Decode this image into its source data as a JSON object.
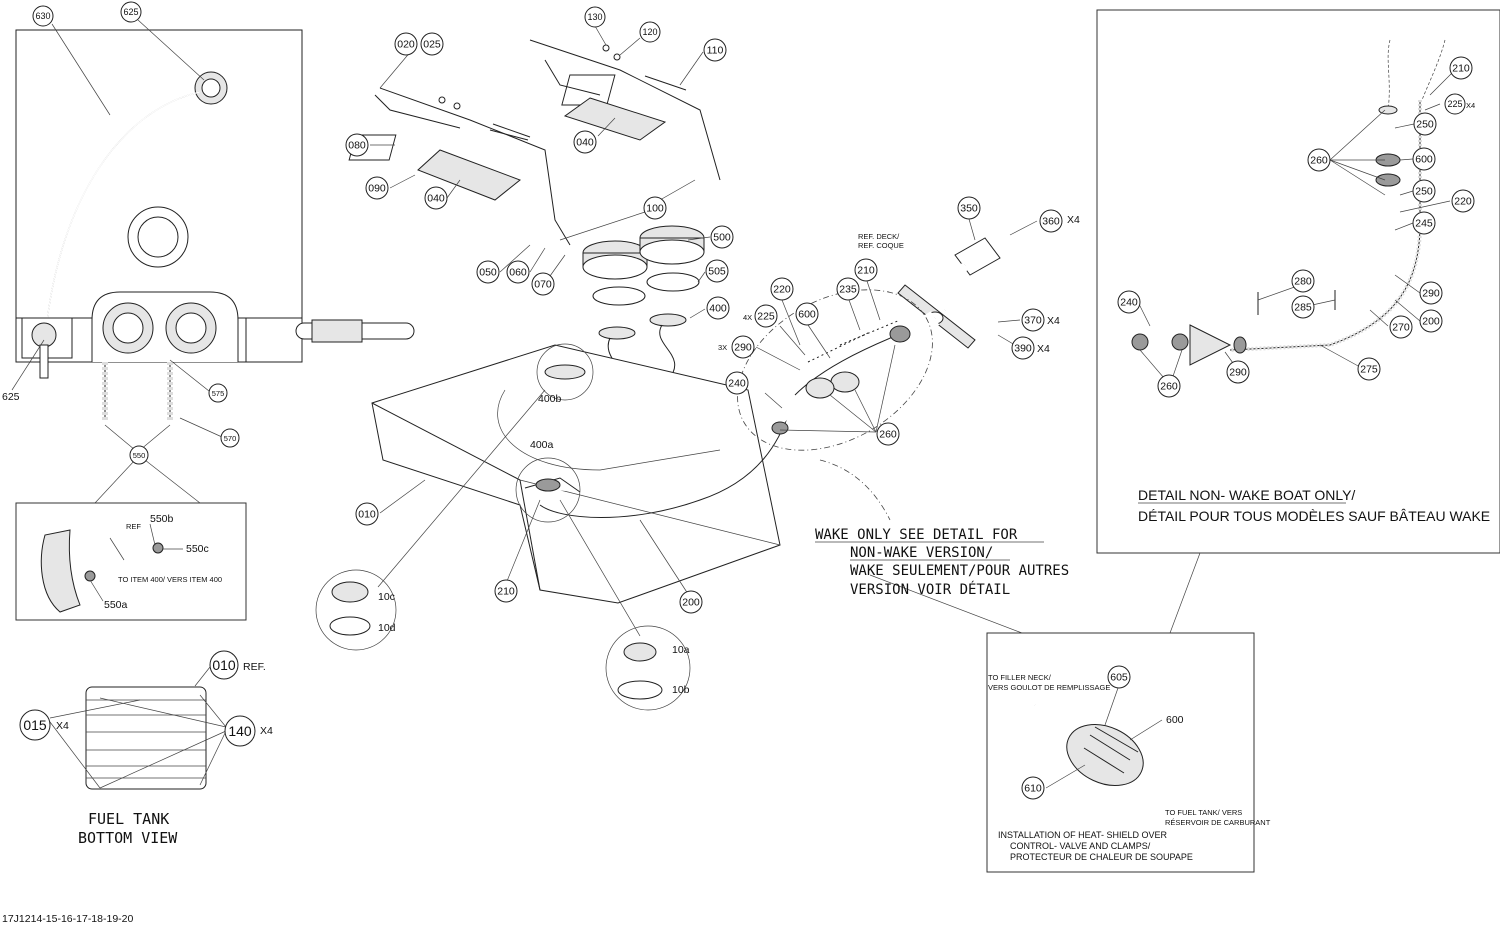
{
  "callouts": [
    {
      "id": "c630",
      "label": "630"
    },
    {
      "id": "c625a",
      "label": "625"
    },
    {
      "id": "c020",
      "label": "020"
    },
    {
      "id": "c025",
      "label": "025"
    },
    {
      "id": "c130",
      "label": "130"
    },
    {
      "id": "c120",
      "label": "120"
    },
    {
      "id": "c110",
      "label": "110"
    },
    {
      "id": "c080",
      "label": "080"
    },
    {
      "id": "c090",
      "label": "090"
    },
    {
      "id": "c040a",
      "label": "040"
    },
    {
      "id": "c040b",
      "label": "040"
    },
    {
      "id": "c100",
      "label": "100"
    },
    {
      "id": "c050",
      "label": "050"
    },
    {
      "id": "c060",
      "label": "060"
    },
    {
      "id": "c070",
      "label": "070"
    },
    {
      "id": "c500",
      "label": "500"
    },
    {
      "id": "c505",
      "label": "505"
    },
    {
      "id": "c400",
      "label": "400"
    },
    {
      "id": "c350",
      "label": "350"
    },
    {
      "id": "c360",
      "label": "360"
    },
    {
      "id": "c370",
      "label": "370"
    },
    {
      "id": "c390",
      "label": "390"
    },
    {
      "id": "c210a",
      "label": "210"
    },
    {
      "id": "c235",
      "label": "235"
    },
    {
      "id": "c220a",
      "label": "220"
    },
    {
      "id": "c225a",
      "label": "225"
    },
    {
      "id": "c600a",
      "label": "600"
    },
    {
      "id": "c290a",
      "label": "290"
    },
    {
      "id": "c240a",
      "label": "240"
    },
    {
      "id": "c260a",
      "label": "260"
    },
    {
      "id": "c575",
      "label": "575"
    },
    {
      "id": "c570",
      "label": "570"
    },
    {
      "id": "c550",
      "label": "550"
    },
    {
      "id": "c010",
      "label": "010"
    },
    {
      "id": "c210b",
      "label": "210"
    },
    {
      "id": "c200a",
      "label": "200"
    },
    {
      "id": "c010ref",
      "label": "010"
    },
    {
      "id": "c015",
      "label": "015"
    },
    {
      "id": "c140",
      "label": "140"
    },
    {
      "id": "c210c",
      "label": "210"
    },
    {
      "id": "c225b",
      "label": "225"
    },
    {
      "id": "c250a",
      "label": "250"
    },
    {
      "id": "c260b",
      "label": "260"
    },
    {
      "id": "c600b",
      "label": "600"
    },
    {
      "id": "c250b",
      "label": "250"
    },
    {
      "id": "c220b",
      "label": "220"
    },
    {
      "id": "c245",
      "label": "245"
    },
    {
      "id": "c240b",
      "label": "240"
    },
    {
      "id": "c280",
      "label": "280"
    },
    {
      "id": "c285",
      "label": "285"
    },
    {
      "id": "c290b",
      "label": "290"
    },
    {
      "id": "c270",
      "label": "270"
    },
    {
      "id": "c200b",
      "label": "200"
    },
    {
      "id": "c275",
      "label": "275"
    },
    {
      "id": "c260c",
      "label": "260"
    },
    {
      "id": "c290c",
      "label": "290"
    },
    {
      "id": "c605",
      "label": "605"
    },
    {
      "id": "c610",
      "label": "610"
    }
  ],
  "labels": {
    "l625": "625",
    "l400b": "400b",
    "l400a": "400a",
    "l550b": "550b",
    "l550c": "550c",
    "l550a": "550a",
    "l550ref": "REF",
    "l10c": "10c",
    "l10d": "10d",
    "l10a": "10a",
    "l10b": "10b",
    "lref": "REF.",
    "lx4a": "X4",
    "lx4b": "X4",
    "lx4c": "X4",
    "lx4d": "X4",
    "lx4e": "X4",
    "lx4f": "X4",
    "l4x": "4X",
    "l3x": "3X",
    "l600c": "600",
    "refdeck1": "REF. DECK/",
    "refdeck2": "REF. COQUE",
    "to_item": "TO ITEM 400/ VERS ITEM 400",
    "to_filler1": "TO FILLER NECK/",
    "to_filler2": "VERS GOULOT DE REMPLISSAGE",
    "to_tank1": "TO FUEL TANK/ VERS",
    "to_tank2": "RÉSERVOIR DE CARBURANT",
    "install1": "INSTALLATION OF HEAT- SHIELD OVER",
    "install2": "CONTROL- VALVE AND CLAMPS/",
    "install3": "PROTECTEUR DE CHALEUR DE SOUPAPE",
    "wake1": "WAKE ONLY SEE DETAIL FOR",
    "wake2": "NON-WAKE VERSION/",
    "wake3": "WAKE SEULEMENT/POUR AUTRES",
    "wake4": "VERSION VOIR DÉTAIL",
    "detail1": "DETAIL NON-  WAKE BOAT ONLY/",
    "detail2": "DÉTAIL POUR TOUS MODÈLES SAUF BÂTEAU WAKE",
    "bottom1": "FUEL TANK",
    "bottom2": "BOTTOM VIEW",
    "code": "17J1214-15-16-17-18-19-20"
  }
}
